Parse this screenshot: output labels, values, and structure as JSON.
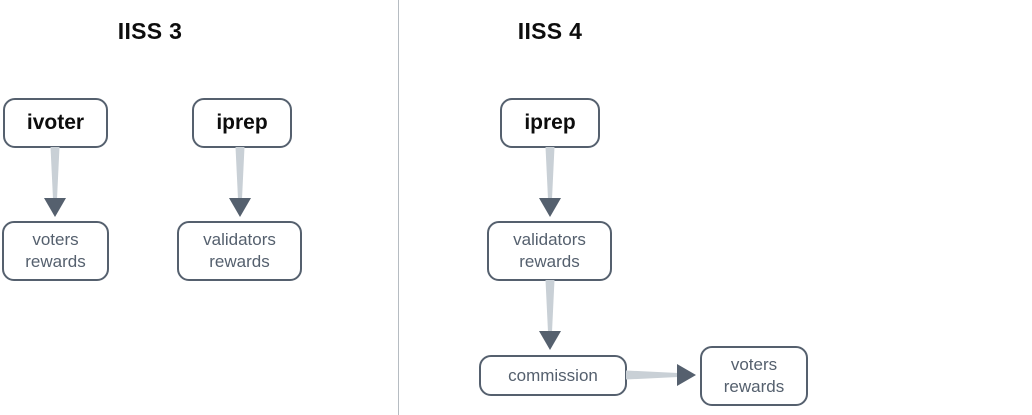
{
  "diagram": {
    "title_left": "IISS 3",
    "title_right": "IISS 4",
    "accent_border": "#55606e",
    "accent_text": "#55606e",
    "arrow_head_color": "#55606e",
    "arrow_shaft_color": "#c9d0d6",
    "divider_color": "#b6bcc2",
    "heading_color": "#0d0d0d",
    "background": "#ffffff"
  },
  "panels": [
    {
      "id": "iiss3",
      "title": "IISS 3",
      "nodes": [
        {
          "id": "iiss3-ivoter",
          "label": "ivoter",
          "style": "strong"
        },
        {
          "id": "iiss3-iprep",
          "label": "iprep",
          "style": "strong"
        },
        {
          "id": "iiss3-voters-rewards",
          "label": "voters\nrewards",
          "style": "plain"
        },
        {
          "id": "iiss3-validators-rewards",
          "label": "validators\nrewards",
          "style": "plain"
        }
      ],
      "edges": [
        {
          "id": "iiss3-edge-ivoter-to-voters-rewards",
          "from": "ivoter",
          "to": "voters rewards",
          "direction": "down"
        },
        {
          "id": "iiss3-edge-iprep-to-validators-rewards",
          "from": "iprep",
          "to": "validators rewards",
          "direction": "down"
        }
      ]
    },
    {
      "id": "iiss4",
      "title": "IISS 4",
      "nodes": [
        {
          "id": "iiss4-iprep",
          "label": "iprep",
          "style": "strong"
        },
        {
          "id": "iiss4-validators-rewards",
          "label": "validators\nrewards",
          "style": "plain"
        },
        {
          "id": "iiss4-commission",
          "label": "commission",
          "style": "plain"
        },
        {
          "id": "iiss4-voters-rewards",
          "label": "voters\nrewards",
          "style": "plain"
        }
      ],
      "edges": [
        {
          "id": "iiss4-edge-iprep-to-validators-rewards",
          "from": "iprep",
          "to": "validators rewards",
          "direction": "down"
        },
        {
          "id": "iiss4-edge-validators-rewards-to-commission",
          "from": "validators rewards",
          "to": "commission",
          "direction": "down"
        },
        {
          "id": "iiss4-edge-commission-to-voters-rewards",
          "from": "commission",
          "to": "voters rewards",
          "direction": "right"
        }
      ]
    }
  ]
}
